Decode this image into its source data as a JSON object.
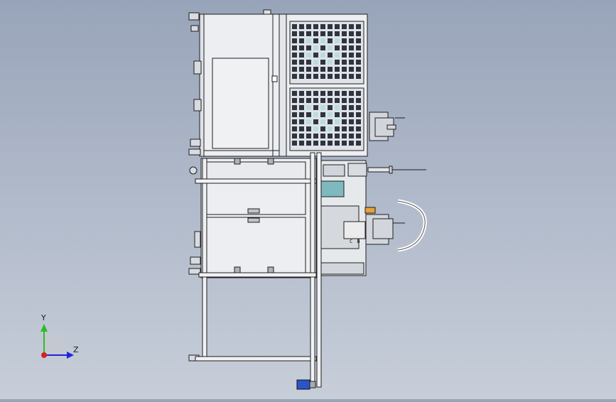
{
  "cad_view": {
    "background_top": "#98a4b9",
    "background_bottom": "#c7ced9",
    "line_color": "#1e1e1e",
    "panel_fill": "#e9ebee",
    "mesh_cell_fill": "#2f3540",
    "mesh_glint_fill": "#b8dde0"
  },
  "triad": {
    "y_label": "Y",
    "z_label": "Z",
    "y_color": "#2dbb2d",
    "z_color": "#2323d8",
    "x_color": "#d82020"
  },
  "part_label": "C B"
}
